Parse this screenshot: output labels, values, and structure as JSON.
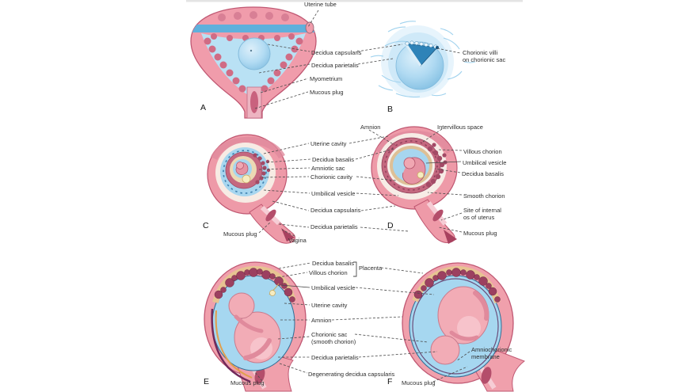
{
  "figure": {
    "description": "Embryology figure: development of uterus and fetal membranes, panels A to F",
    "colors": {
      "uterus_wall_pink": "#f09cab",
      "wall_outline": "#c05873",
      "cavity_blue": "#a6d7f0",
      "sphere_blue": "#9bcfec",
      "villi_maroon": "#9c4060",
      "decidua_mauve": "#c4687f",
      "chorion_tan": "#e7c392",
      "orange_band": "#e0a04e",
      "purple_band": "#722a5a",
      "label_text": "#2e2e2e"
    }
  },
  "panels": {
    "a": {
      "letter": "A",
      "labels": {
        "uterine_tube": "Uterine tube",
        "decidua_capsularis": "Decidua capsularis",
        "decidua_parietalis": "Decidua parietalis",
        "myometrium": "Myometrium",
        "mucous_plug": "Mucous plug"
      }
    },
    "b": {
      "letter": "B",
      "labels": {
        "chorionic_villi_1": "Chorionic villi",
        "chorionic_villi_2": "on chorionic sac"
      }
    },
    "c": {
      "letter": "C",
      "labels": {
        "uterine_cavity": "Uterine cavity",
        "decidua_basalis": "Decidua basalis",
        "amniotic_sac": "Amniotic sac",
        "chorionic_cavity": "Chorionic cavity",
        "umbilical_vesicle": "Umbilical vesicle",
        "decidua_capsularis": "Decidua capsularis",
        "decidua_parietalis": "Decidua parietalis",
        "mucous_plug": "Mucous plug",
        "vagina": "Vagina"
      }
    },
    "d": {
      "letter": "D",
      "labels": {
        "amnion": "Amnion",
        "intervillous_space": "Intervillous space",
        "villous_chorion": "Villous chorion",
        "umbilical_vesicle": "Umbilical vesicle",
        "decidua_basalis": "Decidua basalis",
        "smooth_chorion": "Smooth chorion",
        "site_of_internal_os_1": "Site of internal",
        "site_of_internal_os_2": "os of uterus",
        "mucous_plug": "Mucous plug"
      }
    },
    "e": {
      "letter": "E",
      "labels": {
        "decidua_basalis": "Decidua basalis",
        "villous_chorion": "Villous chorion",
        "placenta": "Placenta",
        "umbilical_vesicle": "Umbilical vesicle",
        "uterine_cavity": "Uterine cavity",
        "amnion": "Amnion",
        "chorionic_sac_1": "Chorionic sac",
        "chorionic_sac_2": "(smooth chorion)",
        "decidua_parietalis": "Decidua parietalis",
        "degenerating_decidua_capsularis": "Degenerating decidua capsularis",
        "mucous_plug": "Mucous plug"
      }
    },
    "f": {
      "letter": "F",
      "labels": {
        "amniochorionic_membrane_1": "Amniochorionic",
        "amniochorionic_membrane_2": "membrane",
        "mucous_plug": "Mucous plug"
      }
    }
  }
}
